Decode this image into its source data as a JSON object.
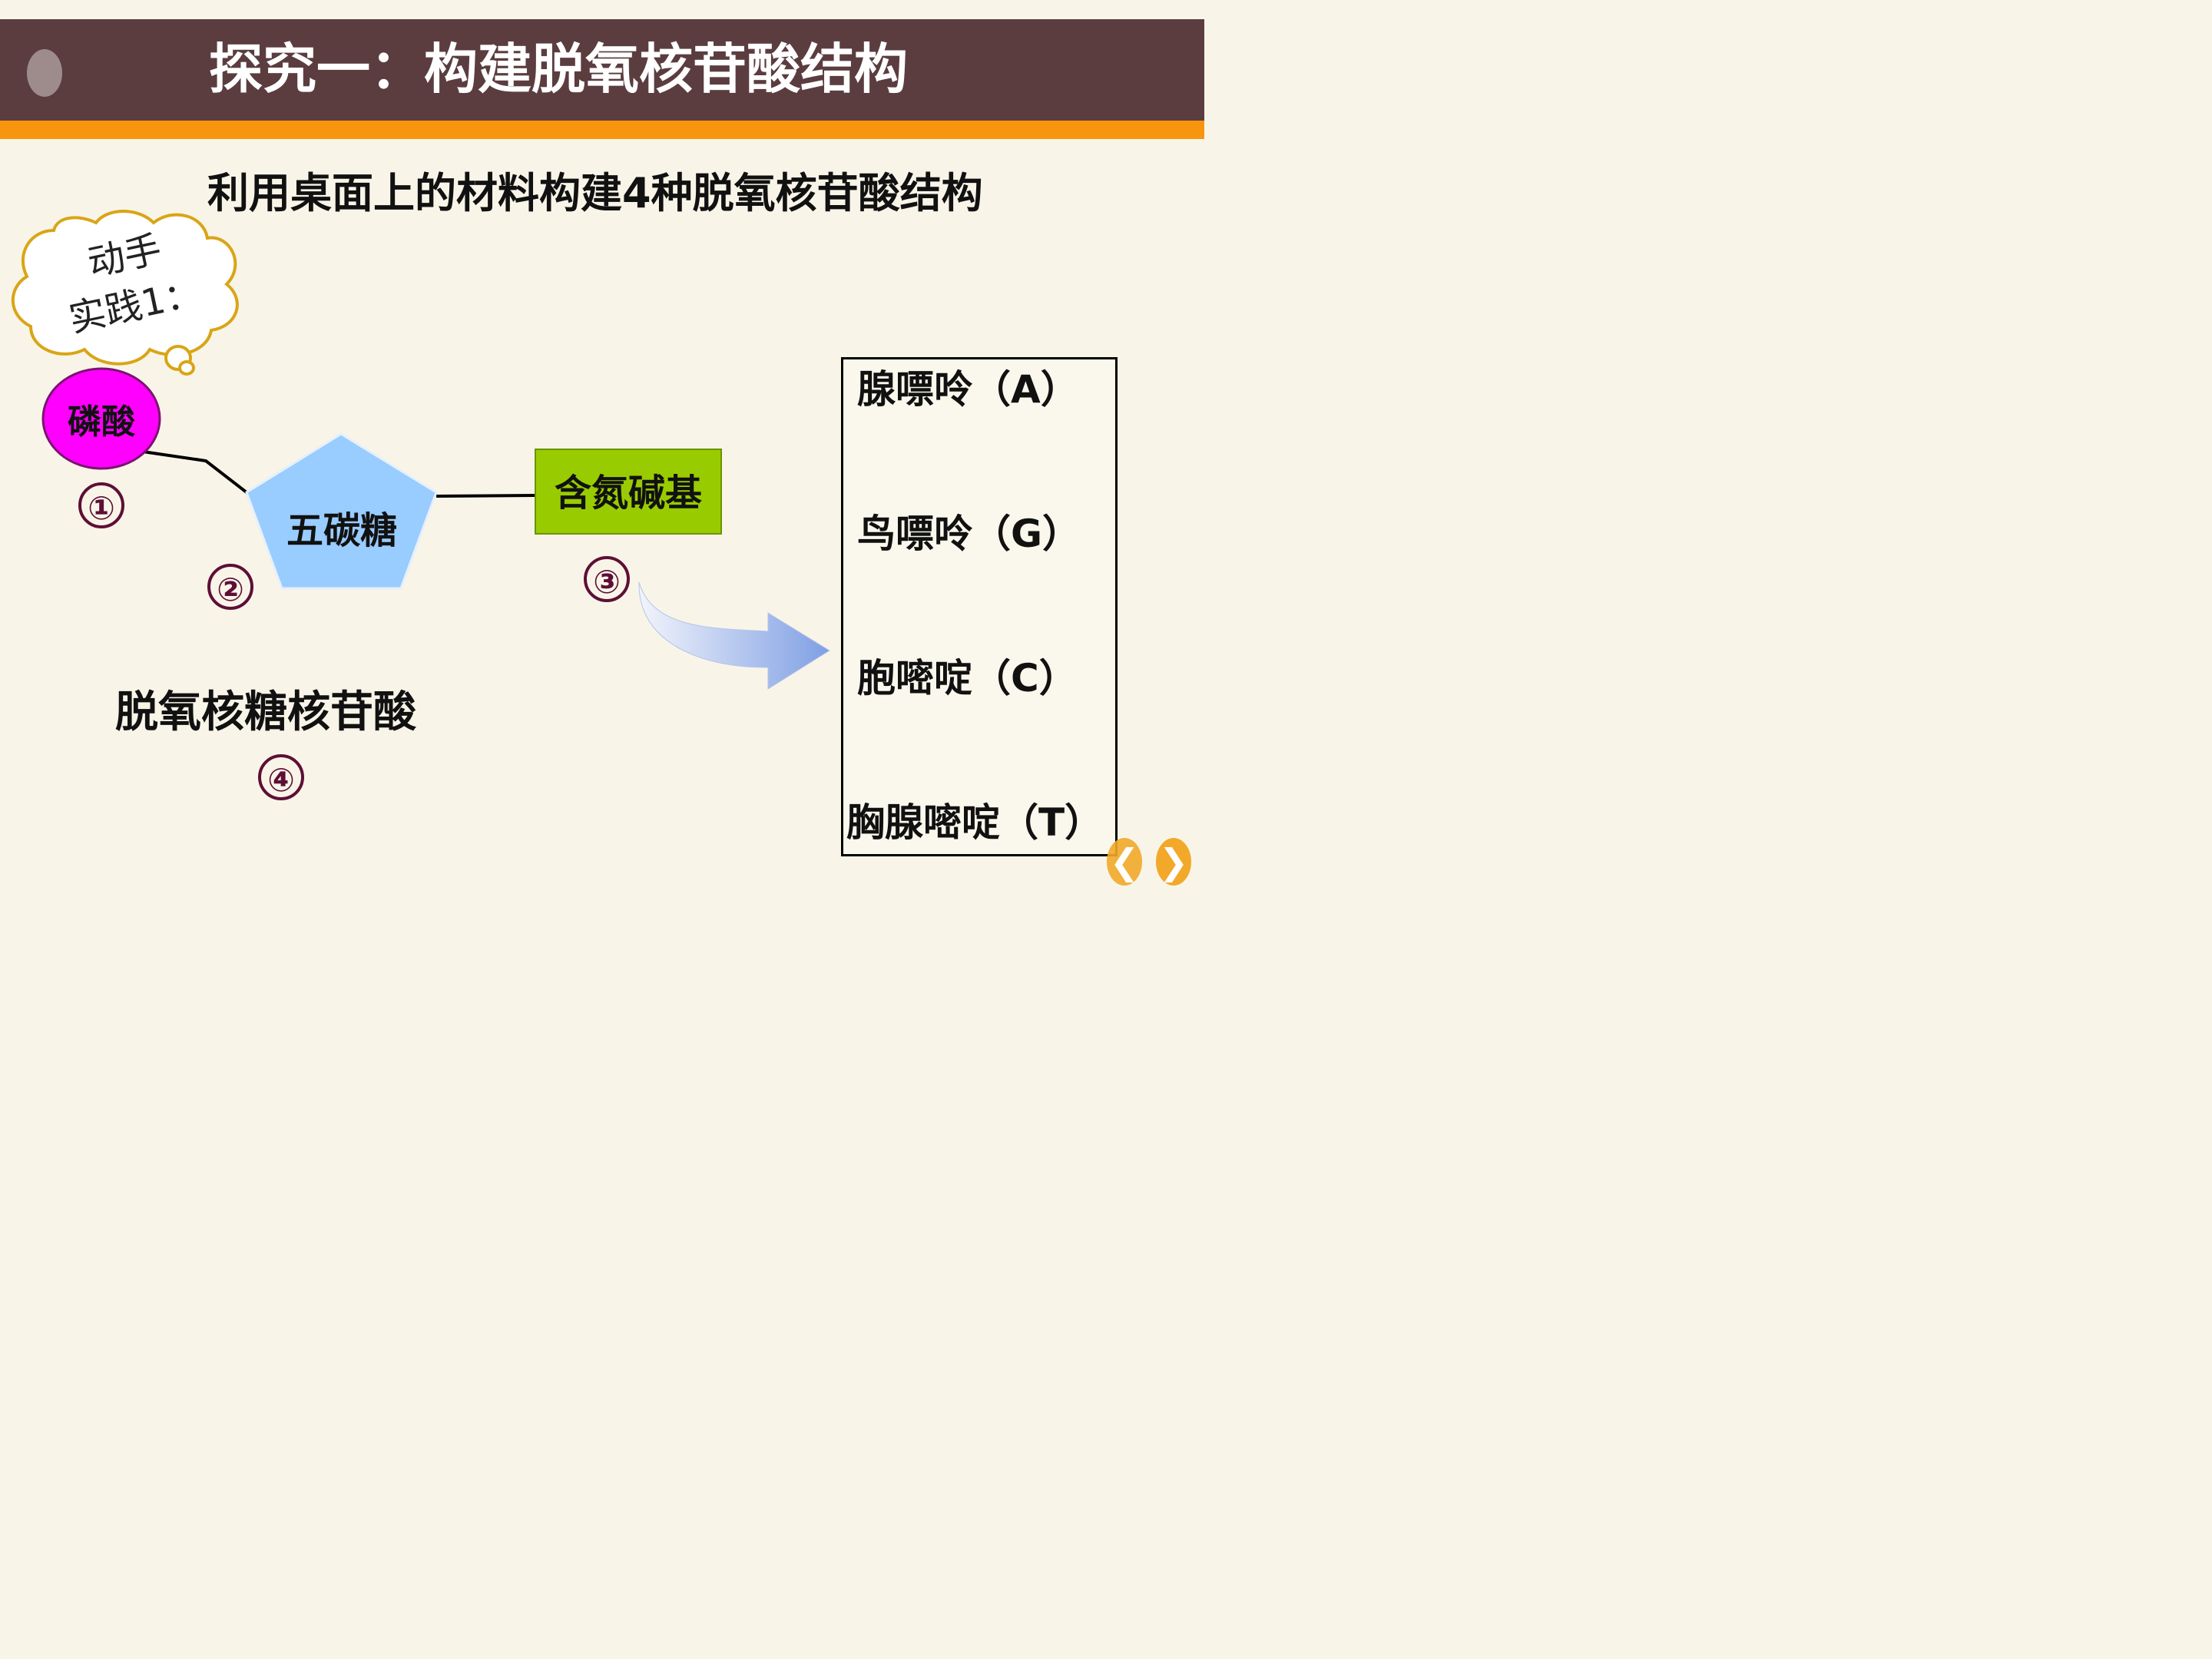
{
  "header": {
    "title": "探究一：构建脱氧核苷酸结构"
  },
  "instruction": "利用桌面上的材料构建4种脱氧核苷酸结构",
  "cloud": {
    "line1": "动手",
    "line2": "实践1："
  },
  "components": {
    "phosphate": "磷酸",
    "sugar": "五碳糖",
    "base": "含氮碱基"
  },
  "numbers": {
    "n1": "①",
    "n2": "②",
    "n3": "③",
    "n4": "④"
  },
  "product": "脱氧核糖核苷酸",
  "bases": [
    {
      "label": "腺嘌呤（A）"
    },
    {
      "label": "鸟嘌呤（G）"
    },
    {
      "label": "胞嘧啶（C）"
    },
    {
      "label": "胸腺嘧啶（T）"
    }
  ],
  "colors": {
    "title_bar": "#5b3d40",
    "title_stripe": "#f7950f",
    "phosphate_fill": "#ff00ff",
    "sugar_fill": "#99ccff",
    "base_fill": "#99cc00",
    "number_ring": "#5e0f36",
    "nav_button": "#f2a92a"
  },
  "nav": {
    "prev": "❮",
    "next": "❯"
  }
}
